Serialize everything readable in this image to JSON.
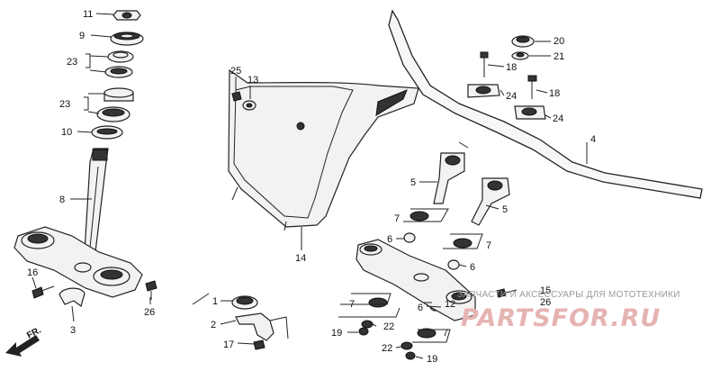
{
  "callouts": {
    "n1": "1",
    "n2": "2",
    "n3": "3",
    "n4": "4",
    "n5a": "5",
    "n5b": "5",
    "n6a": "6",
    "n6b": "6",
    "n6c": "6",
    "n7a": "7",
    "n7b": "7",
    "n7c": "7",
    "n7d": "7",
    "n8": "8",
    "n9": "9",
    "n10": "10",
    "n11": "11",
    "n12": "12",
    "n13": "13",
    "n14": "14",
    "n15": "15",
    "n16": "16",
    "n17": "17",
    "n18a": "18",
    "n18b": "18",
    "n19a": "19",
    "n19b": "19",
    "n20": "20",
    "n21": "21",
    "n22a": "22",
    "n22b": "22",
    "n23a": "23",
    "n23b": "23",
    "n24a": "24",
    "n24b": "24",
    "n25": "25",
    "n26a": "26",
    "n26b": "26"
  },
  "front_arrow": "FR.",
  "watermark": {
    "caption": "ЗАПЧАСТИ И АКСЕССУАРЫ ДЛЯ МОТОТЕХНИКИ",
    "logo": "PARTSFOR.RU"
  }
}
